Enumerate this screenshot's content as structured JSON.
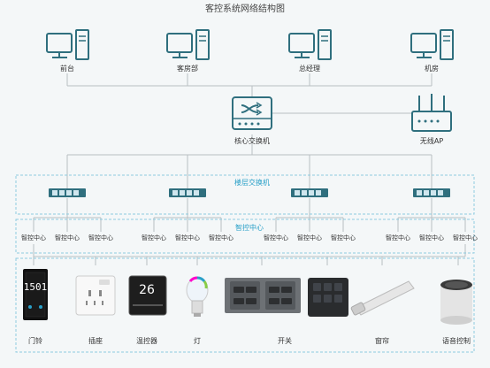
{
  "title": "客控系统网络结构图",
  "computers": [
    "前台",
    "客房部",
    "总经理",
    "机房"
  ],
  "core_switch": "核心交换机",
  "wireless_ap": "无线AP",
  "floor_switch_label": "楼层交换机",
  "control_center_label": "智控中心",
  "sub_center_label": "智控中心",
  "devices": [
    "门铃",
    "插座",
    "温控器",
    "灯",
    "开关",
    "窗帘",
    "语音控制"
  ],
  "doorbell_number": "1501",
  "thermostat_reading": "26",
  "colors": {
    "accent": "#2aa0c8",
    "icon": "#2f6f7e",
    "line": "#b9bfc2",
    "dashed": "#8ecbe0"
  }
}
